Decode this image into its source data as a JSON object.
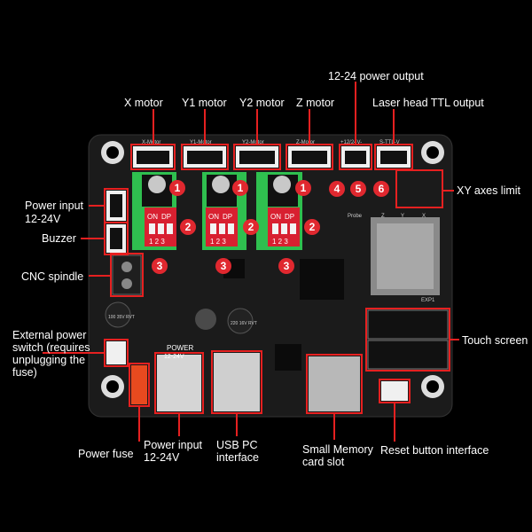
{
  "labels": {
    "x_motor": "X motor",
    "y1_motor": "Y1 motor",
    "y2_motor": "Y2 motor",
    "z_motor": "Z motor",
    "power_output": "12-24 power output",
    "laser_ttl": "Laser head TTL output",
    "xy_limit": "XY axes limit",
    "power_input_side_1": "Power input",
    "power_input_side_2": "12-24V",
    "buzzer": "Buzzer",
    "cnc_spindle": "CNC spindle",
    "ext_switch_1": "External power",
    "ext_switch_2": "switch (requires",
    "ext_switch_3": "unplugging the",
    "ext_switch_4": "fuse)",
    "touch_screen": "Touch screen",
    "power_fuse": "Power fuse",
    "power_input_bottom_1": "Power input",
    "power_input_bottom_2": "12-24V",
    "usb_pc_1": "USB PC",
    "usb_pc_2": "interface",
    "sd_slot_1": "Small Memory",
    "sd_slot_2": "card slot",
    "reset_button": "Reset button interface"
  },
  "board_text": {
    "hdr_x": "X-Motor",
    "hdr_y1": "Y1-Motor",
    "hdr_y2": "Y2-Motor",
    "hdr_z": "Z-Motor",
    "hdr_pwr": "+12/24V-",
    "hdr_ttl": "S-TTL-V",
    "switch_on": "ON",
    "switch_dp": "DP",
    "switch_nums": "1 2 3",
    "probe": "Probe",
    "z": "Z",
    "y": "Y",
    "x": "X",
    "exp1": "EXP1",
    "power_silk": "POWER",
    "power_silk_v": "12-24V",
    "cap1": "100 35V RVT",
    "cap2": "220 16V RVT"
  },
  "badges": [
    "1",
    "1",
    "1",
    "2",
    "2",
    "2",
    "3",
    "3",
    "3",
    "4",
    "5",
    "6"
  ],
  "colors": {
    "background": "#000000",
    "board": "#1b1b1b",
    "driver_green": "#2fbf4f",
    "dip_red": "#d82030",
    "badge_red": "#e0282f",
    "label_line": "#e62020"
  }
}
